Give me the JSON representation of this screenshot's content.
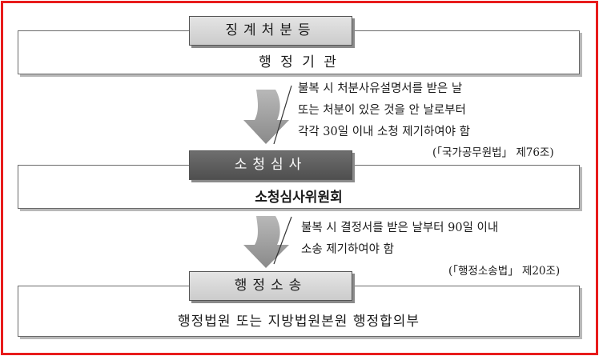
{
  "stages": [
    {
      "tab_label": "징계처분등",
      "box_text": "행 정 기 관"
    },
    {
      "tab_label": "소청심사",
      "box_text": "소청심사위원회"
    },
    {
      "tab_label": "행정소송",
      "box_text": "행정법원 또는 지방법원본원 행정합의부"
    }
  ],
  "steps": [
    {
      "note_lines": [
        "불복 시 처분사유설명서를 받은 날",
        "또는 처분이 있은 것을 안 날로부터",
        "각각 30일 이내 소청 제기하여야 함"
      ],
      "reference": "(「국가공무원법」 제76조)"
    },
    {
      "note_lines": [
        "불복 시 결정서를 받은 날부터 90일 이내",
        "소송 제기하여야 함"
      ],
      "reference": "(「행정소송법」 제20조)"
    }
  ],
  "colors": {
    "frame_border": "#e81c1c",
    "tab_light": "#d4d4d4",
    "tab_dark": "#5a5a5a",
    "arrow": "#9a9a9a"
  }
}
